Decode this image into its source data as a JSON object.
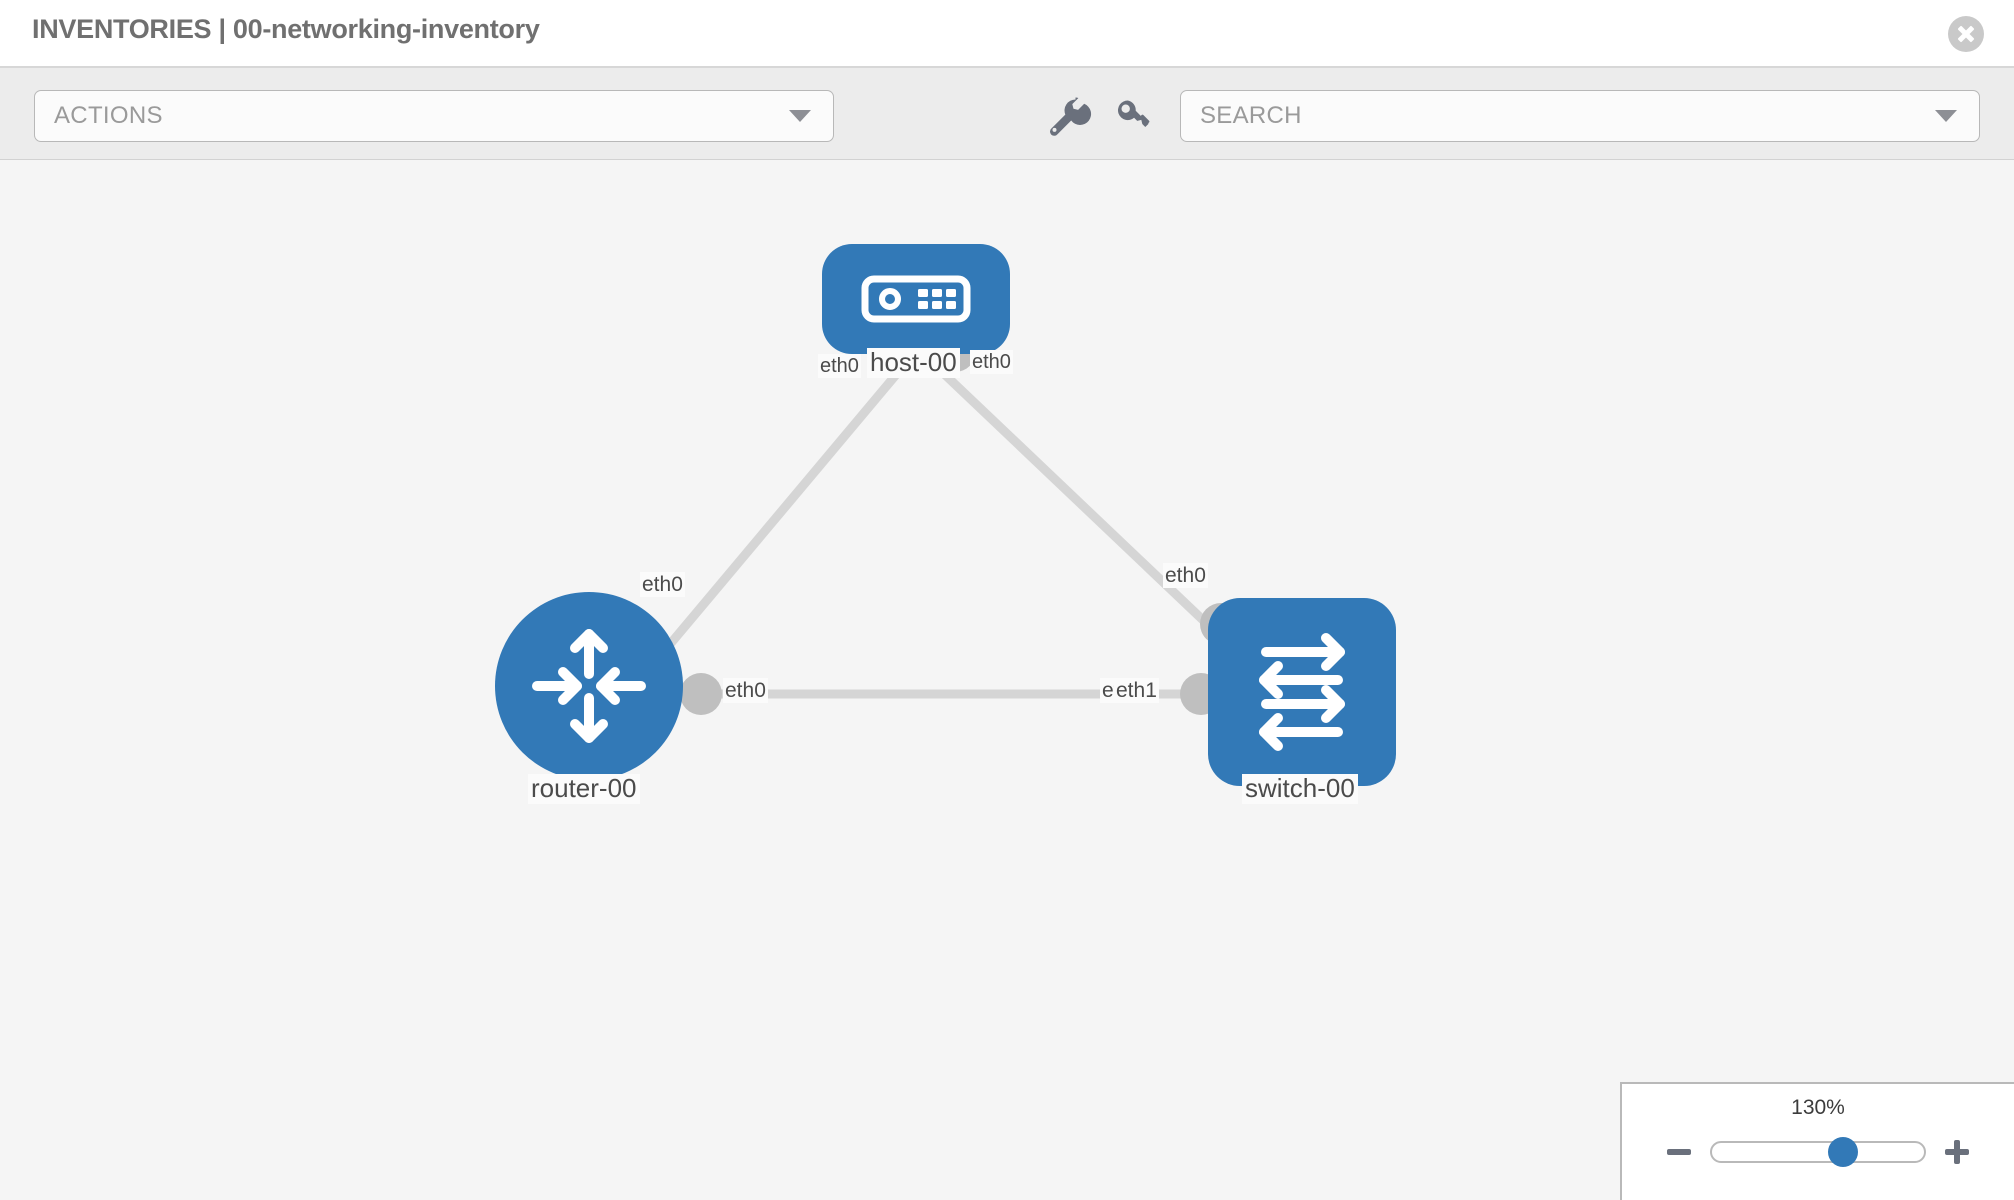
{
  "header": {
    "title": "INVENTORIES | 00-networking-inventory",
    "close_icon": "close-circle-icon"
  },
  "toolbar": {
    "actions_label": "ACTIONS",
    "actions_caret_icon": "chevron-down-icon",
    "wrench_icon": "wrench-icon",
    "key_icon": "key-icon",
    "search_placeholder": "SEARCH",
    "search_caret_icon": "chevron-down-icon"
  },
  "topology": {
    "nodes": [
      {
        "id": "host-00",
        "label": "host-00",
        "type": "host",
        "icon": "server-icon"
      },
      {
        "id": "router-00",
        "label": "router-00",
        "type": "router",
        "icon": "router-arrows-icon"
      },
      {
        "id": "switch-00",
        "label": "switch-00",
        "type": "switch",
        "icon": "switch-arrows-icon"
      }
    ],
    "edges": [
      {
        "from": "host-00",
        "to": "router-00",
        "from_port": "eth0",
        "to_port": "eth0"
      },
      {
        "from": "host-00",
        "to": "switch-00",
        "from_port": "eth0",
        "to_port": "eth0"
      },
      {
        "from": "router-00",
        "to": "switch-00",
        "from_port": "eth0",
        "to_port": "eth1",
        "to_port_hidden": "eth0"
      }
    ],
    "labels": {
      "host_left_eth": "eth0",
      "host_right_eth": "eth0",
      "router_up_eth": "eth0",
      "switch_up_eth": "eth0",
      "router_right_eth": "eth0",
      "switch_left_eth_a": "eth0",
      "switch_left_eth_b": "eth1"
    },
    "node_color": "#3279b7",
    "port_color": "#bfbfbf",
    "edge_color": "#d5d5d5"
  },
  "zoom_control": {
    "percent": "130%",
    "minus_icon": "minus-icon",
    "plus_icon": "plus-icon",
    "value": 62
  }
}
